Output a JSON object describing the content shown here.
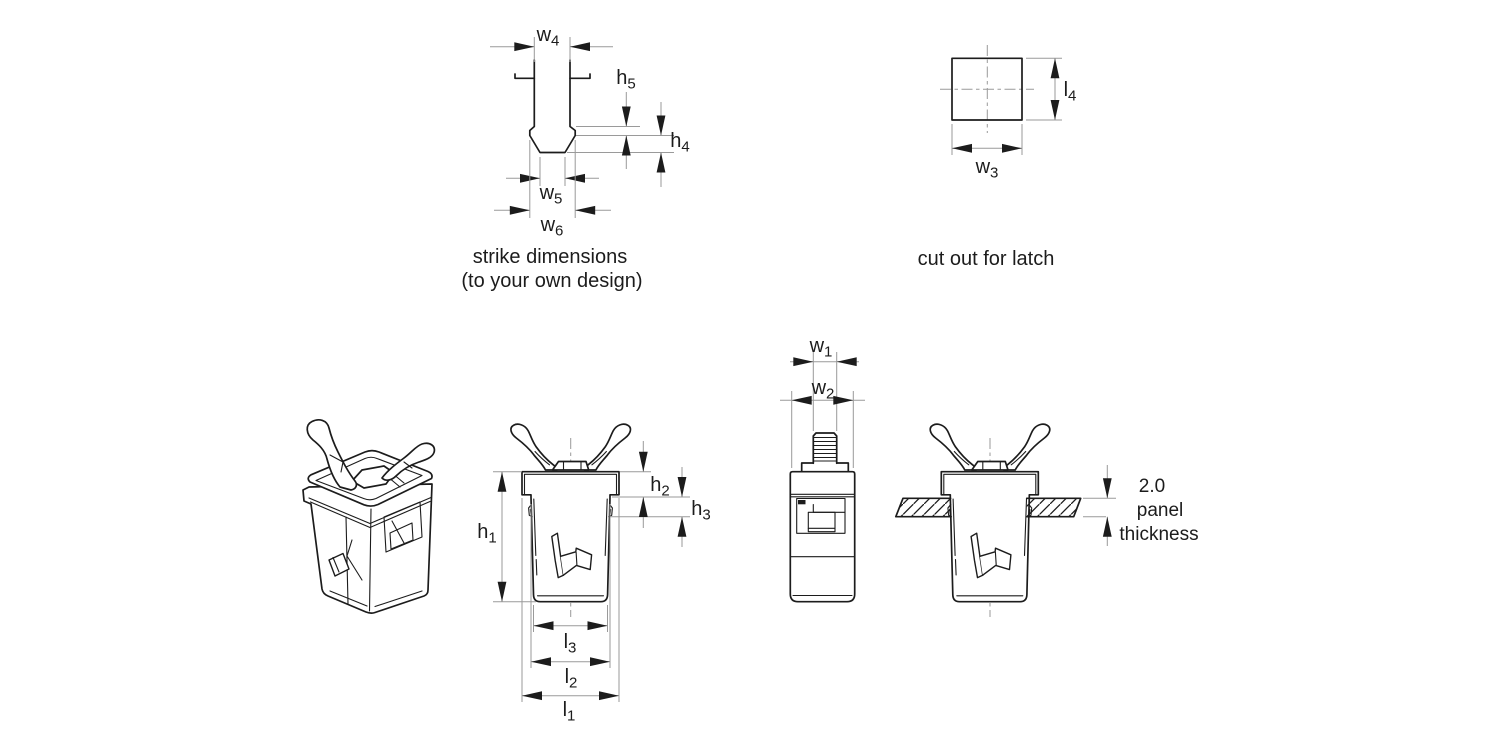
{
  "figure": {
    "background": "#ffffff",
    "outline_color": "#1c1c1c",
    "dim_line_color": "#9a9a9a"
  },
  "captions": {
    "strike_line1": "strike dimensions",
    "strike_line2": "(to your own design)",
    "cutout": "cut out for latch"
  },
  "panel_note": {
    "value": "2.0",
    "word1": "panel",
    "word2": "thickness"
  },
  "dim_labels": {
    "w4": {
      "base": "w",
      "sub": "4"
    },
    "h5": {
      "base": "h",
      "sub": "5"
    },
    "h4": {
      "base": "h",
      "sub": "4"
    },
    "w5": {
      "base": "w",
      "sub": "5"
    },
    "w6": {
      "base": "w",
      "sub": "6"
    },
    "l4": {
      "base": "l",
      "sub": "4"
    },
    "w3": {
      "base": "w",
      "sub": "3"
    },
    "w1": {
      "base": "w",
      "sub": "1"
    },
    "w2": {
      "base": "w",
      "sub": "2"
    },
    "h1": {
      "base": "h",
      "sub": "1"
    },
    "h2": {
      "base": "h",
      "sub": "2"
    },
    "h3": {
      "base": "h",
      "sub": "3"
    },
    "l3": {
      "base": "l",
      "sub": "3"
    },
    "l2": {
      "base": "l",
      "sub": "2"
    },
    "l1": {
      "base": "l",
      "sub": "1"
    }
  }
}
